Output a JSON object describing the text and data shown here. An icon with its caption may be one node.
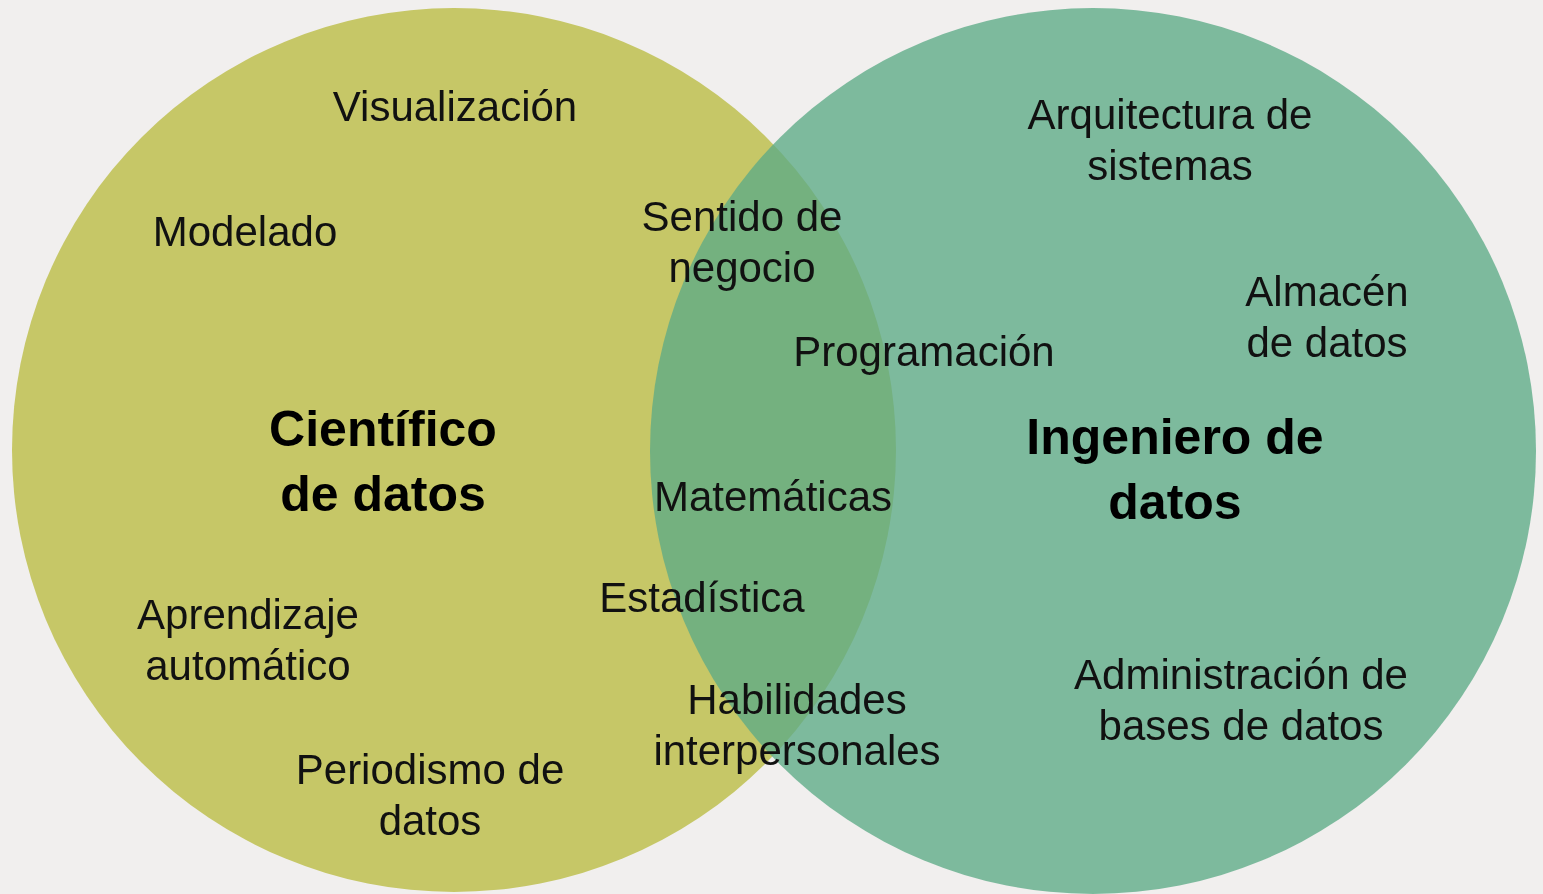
{
  "diagram": {
    "nodes": [
      {
        "text": [
          "Científico de datos"
        ]
      },
      {
        "text": [
          "Ingeniero de datos"
        ]
      }
    ],
    "labels": [
      "Visualización",
      "Arquitectura de sistemas",
      "Modelado",
      "Sentido de negocio",
      "Almacén de datos",
      "Programación",
      "Matemáticas",
      "Estadística",
      "Aprendizaje automático",
      "Administración de bases de datos",
      "Habilidades interpersonales",
      "Periodismo de datos"
    ]
  }
}
